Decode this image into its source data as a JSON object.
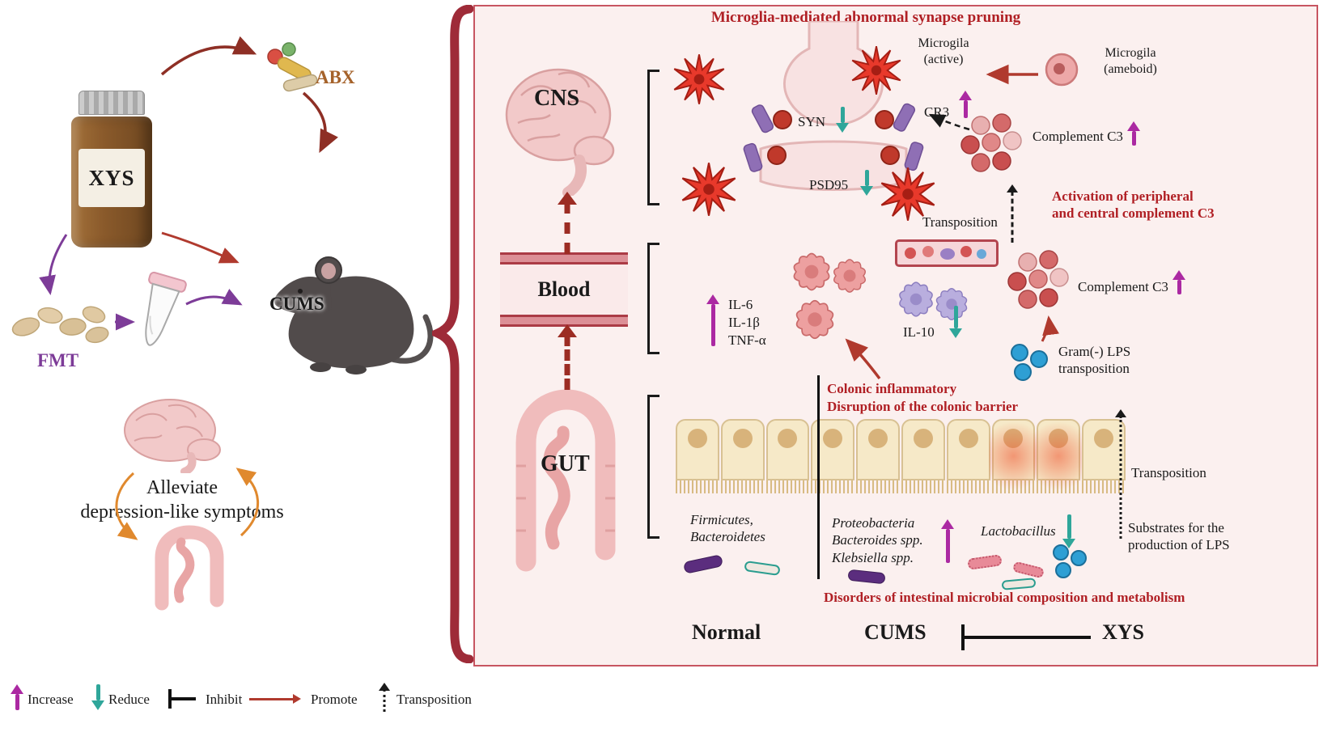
{
  "colors": {
    "dark_red_text": "#b01f24",
    "panel_border": "#c75561",
    "panel_background": "#fbf0ef",
    "increase_magenta": "#ab29a2",
    "reduce_teal": "#2fa69a",
    "promote_red": "#b03a2e",
    "fmt_purple": "#7d3c98",
    "abx_brown": "#a5622a",
    "brace_maroon": "#9e2b38"
  },
  "left": {
    "bottle_label": "XYS",
    "abx_label": "ABX",
    "fmt_label": "FMT",
    "cums_label": "CUMS",
    "alleviate_line1": "Alleviate",
    "alleviate_line2": "depression-like symptoms"
  },
  "panel": {
    "title": "Microglia-mediated abnormal synapse pruning",
    "cns": {
      "label": "CNS",
      "microglia_active_line1": "Microgila",
      "microglia_active_line2": "(active)",
      "microglia_ameboid_line1": "Microgila",
      "microglia_ameboid_line2": "(ameboid)",
      "cr3": "CR3",
      "syn": "SYN",
      "psd95": "PSD95",
      "complement_c3": "Complement C3",
      "activation_line1": "Activation of peripheral",
      "activation_line2": "and central complement C3",
      "transposition": "Transposition"
    },
    "blood": {
      "label": "Blood",
      "il6": "IL-6",
      "il1b": "IL-1β",
      "tnfa": "TNF-α",
      "il10": "IL-10",
      "complement_c3": "Complement C3",
      "gram_line1": "Gram(-) LPS",
      "gram_line2": "transposition"
    },
    "gut": {
      "label": "GUT",
      "colonic_line1": "Colonic inflammatory",
      "colonic_line2": "Disruption of the colonic barrier",
      "firmicutes_line1": "Firmicutes,",
      "firmicutes_line2": "Bacteroidetes",
      "proteo_line1": "Proteobacteria",
      "proteo_line2": "Bacteroides spp.",
      "proteo_line3": "Klebsiella spp.",
      "lactobacillus": "Lactobacillus",
      "transposition": "Transposition",
      "substrates_line1": "Substrates for the",
      "substrates_line2": "production of LPS",
      "disorders": "Disorders of intestinal microbial composition and metabolism"
    },
    "bottom": {
      "normal": "Normal",
      "cums": "CUMS",
      "xys": "XYS"
    }
  },
  "legend": {
    "increase": "Increase",
    "reduce": "Reduce",
    "inhibit": "Inhibit",
    "promote": "Promote",
    "transposition": "Transposition"
  }
}
